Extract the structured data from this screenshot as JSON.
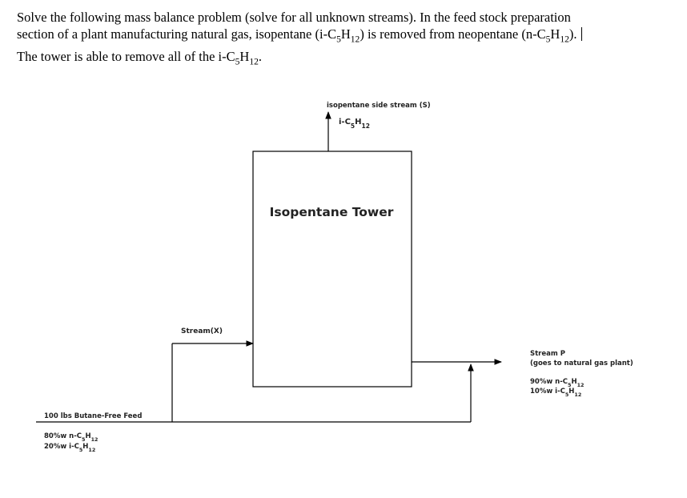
{
  "problem": {
    "line1": "Solve the following mass balance problem (solve for all unknown streams). In the feed stock preparation",
    "line2": "section of a plant manufacturing natural gas, isopentane (i-C5H12) is removed from neopentane (n-C5H12).",
    "line3": "The tower is able to remove all of the i-C5H12."
  },
  "diagram": {
    "tower_label": "Isopentane Tower",
    "side_stream": {
      "label": "isopentane side stream (S)",
      "component": "i-C5H12"
    },
    "stream_x": {
      "label": "Stream(X)"
    },
    "stream_p": {
      "label": "Stream P",
      "sublabel": "(goes to natural gas plant)",
      "comp1": "90%w n-C5H12",
      "comp2": "10%w i-C5H12"
    },
    "feed": {
      "label": "100 lbs Butane-Free Feed",
      "comp1": "80%w n-C5H12",
      "comp2": "20%w i-C5H12"
    }
  }
}
